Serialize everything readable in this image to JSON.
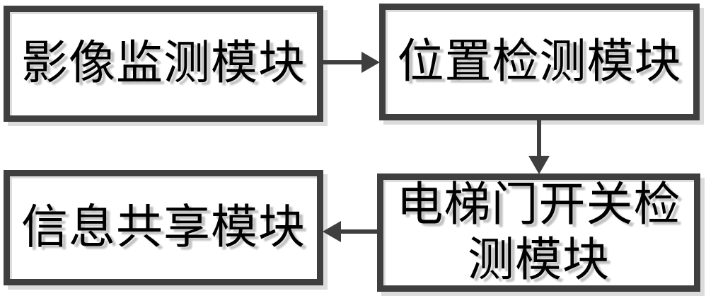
{
  "diagram": {
    "background_color": "#ffffff",
    "line_color": "#3f3f3f",
    "text_color": "#000000",
    "text_shadow_color": "#c2c2c2",
    "boxes": [
      {
        "id": "image-monitoring-module",
        "label": "影像监测模块",
        "lines": [
          "影像监测模块"
        ]
      },
      {
        "id": "position-detection-module",
        "label": "位置检测模块",
        "lines": [
          "位置检测模块"
        ]
      },
      {
        "id": "elevator-door-detection-module",
        "label": "电梯门开关检测模块",
        "lines": [
          "电梯门开关检",
          "测模块"
        ]
      },
      {
        "id": "information-sharing-module",
        "label": "信息共享模块",
        "lines": [
          "信息共享模块"
        ]
      }
    ],
    "connections": [
      {
        "from": "image-monitoring-module",
        "to": "position-detection-module",
        "direction": "right"
      },
      {
        "from": "position-detection-module",
        "to": "elevator-door-detection-module",
        "direction": "down"
      },
      {
        "from": "elevator-door-detection-module",
        "to": "information-sharing-module",
        "direction": "left"
      }
    ]
  }
}
